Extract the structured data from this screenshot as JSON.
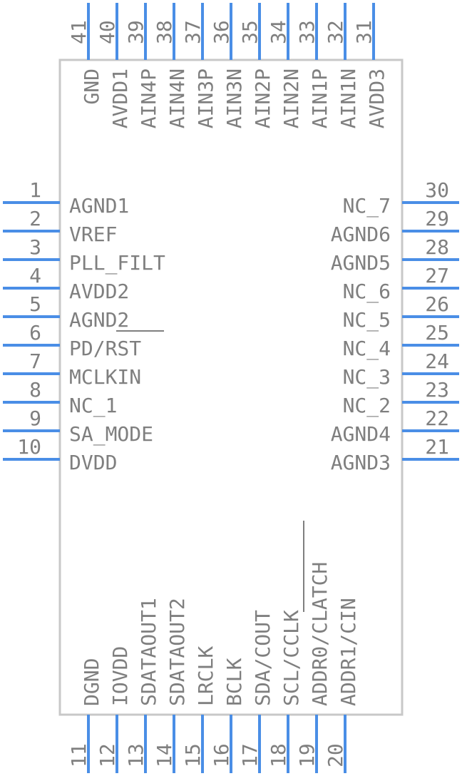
{
  "colors": {
    "pin": "#4a8ee6",
    "text": "#7f7f7f",
    "body_outline": "#c8c8c8"
  },
  "left_pins": [
    {
      "num": "1",
      "name": "AGND1"
    },
    {
      "num": "2",
      "name": "VREF"
    },
    {
      "num": "3",
      "name": "PLL_FILT"
    },
    {
      "num": "4",
      "name": "AVDD2"
    },
    {
      "num": "5",
      "name": "AGND2"
    },
    {
      "num": "6",
      "name": "PD/RST"
    },
    {
      "num": "7",
      "name": "MCLKIN"
    },
    {
      "num": "8",
      "name": "NC_1"
    },
    {
      "num": "9",
      "name": "SA_MODE"
    },
    {
      "num": "10",
      "name": "DVDD"
    }
  ],
  "right_pins": [
    {
      "num": "30",
      "name": "NC_7"
    },
    {
      "num": "29",
      "name": "AGND6"
    },
    {
      "num": "28",
      "name": "AGND5"
    },
    {
      "num": "27",
      "name": "NC_6"
    },
    {
      "num": "26",
      "name": "NC_5"
    },
    {
      "num": "25",
      "name": "NC_4"
    },
    {
      "num": "24",
      "name": "NC_3"
    },
    {
      "num": "23",
      "name": "NC_2"
    },
    {
      "num": "22",
      "name": "AGND4"
    },
    {
      "num": "21",
      "name": "AGND3"
    }
  ],
  "top_pins": [
    {
      "num": "41",
      "name": "GND"
    },
    {
      "num": "40",
      "name": "AVDD1"
    },
    {
      "num": "39",
      "name": "AIN4P"
    },
    {
      "num": "38",
      "name": "AIN4N"
    },
    {
      "num": "37",
      "name": "AIN3P"
    },
    {
      "num": "36",
      "name": "AIN3N"
    },
    {
      "num": "35",
      "name": "AIN2P"
    },
    {
      "num": "34",
      "name": "AIN2N"
    },
    {
      "num": "33",
      "name": "AIN1P"
    },
    {
      "num": "32",
      "name": "AIN1N"
    },
    {
      "num": "31",
      "name": "AVDD3"
    }
  ],
  "bottom_pins": [
    {
      "num": "11",
      "name": "DGND"
    },
    {
      "num": "12",
      "name": "IOVDD"
    },
    {
      "num": "13",
      "name": "SDATAOUT1"
    },
    {
      "num": "14",
      "name": "SDATAOUT2"
    },
    {
      "num": "15",
      "name": "LRCLK"
    },
    {
      "num": "16",
      "name": "BCLK"
    },
    {
      "num": "17",
      "name": "SDA/COUT"
    },
    {
      "num": "18",
      "name": "SCL/CCLK"
    },
    {
      "num": "19",
      "name": "ADDR0/CLATCH"
    },
    {
      "num": "20",
      "name": "ADDR1/CIN"
    }
  ]
}
